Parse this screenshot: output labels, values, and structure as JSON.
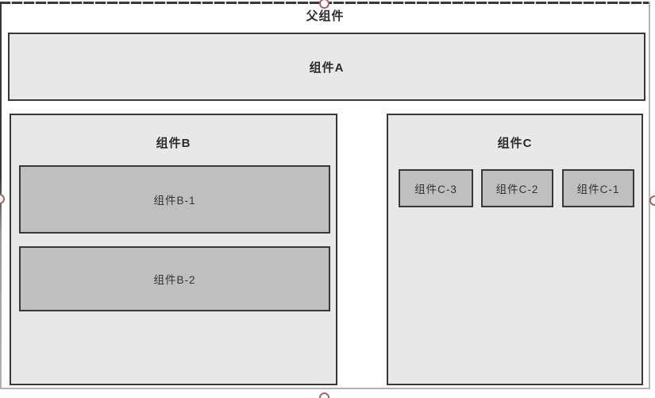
{
  "diagram": {
    "parent": {
      "label": "父组件"
    },
    "component_a": {
      "label": "组件A"
    },
    "component_b": {
      "label": "组件B",
      "children": [
        {
          "label": "组件B-1"
        },
        {
          "label": "组件B-2"
        }
      ]
    },
    "component_c": {
      "label": "组件C",
      "children": [
        {
          "label": "组件C-3"
        },
        {
          "label": "组件C-2"
        },
        {
          "label": "组件C-1"
        }
      ]
    }
  },
  "selection": {
    "handle_color": "#a96562",
    "border_color": "#b3b3b3",
    "tick_color": "#d9d9d9",
    "handles": [
      "top-center",
      "left-center",
      "right-center",
      "bottom-center"
    ]
  },
  "colors": {
    "container_border": "#383838",
    "section_fill": "#e8e8e8",
    "subbox_fill": "#bfbfbf",
    "text": "#2b2b2b",
    "background": "#ffffff"
  }
}
